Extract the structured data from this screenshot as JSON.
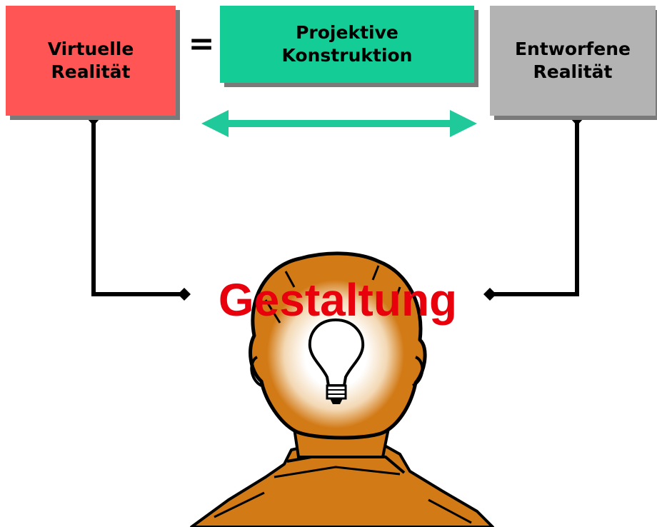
{
  "boxes": {
    "virtual": {
      "label": "Virtuelle\nRealität",
      "color": "#ff5555"
    },
    "projective": {
      "label": "Projektive\nKonstruktion",
      "color": "#14cc96"
    },
    "designed": {
      "label": "Entworfene\nRealität",
      "color": "#b3b3b3"
    }
  },
  "equals_sign": "=",
  "center_label": {
    "text": "Gestaltung",
    "color": "#e8000c"
  },
  "arrow_color": "#1fc99a",
  "connector_color": "#000000",
  "figure": {
    "head_color": "#d27a16",
    "outline_color": "#000000",
    "glow_color": "#ffffff",
    "icon": "lightbulb-icon"
  }
}
